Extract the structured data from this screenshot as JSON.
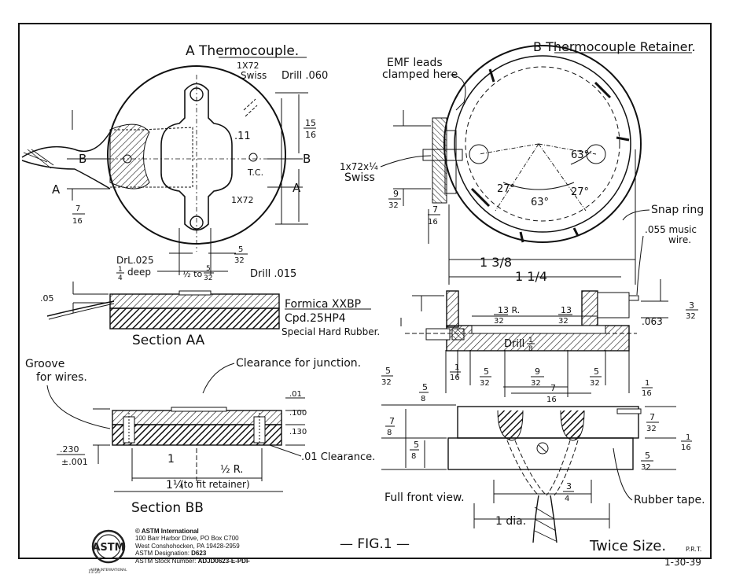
{
  "labels": {
    "part_a_title": "A  Thermocouple.",
    "part_b_title": "B  Thermocouple Retainer.",
    "swiss_1x72": "1X72",
    "swiss": "Swiss",
    "drill_060": "Drill .060",
    "emf_leads": "EMF leads",
    "clamped_here": "clamped here",
    "dim_15": "15",
    "dim_16": "16",
    "dim_11": ".11",
    "tc": "T.C.",
    "swiss_1x72_lower": "1X72",
    "b_left": "B",
    "b_right": "B",
    "a_left": "A",
    "a_right": "A",
    "dim_7_16_n": "7",
    "dim_7_16_d": "16",
    "dim_5_32_n": "5",
    "dim_5_32_d": "32",
    "drl_025": "DrL.025",
    "deep": "deep",
    "quarter_n": "1",
    "quarter_d": "4",
    "half_to": "½ to",
    "half_to_n": "5",
    "half_to_d": "32",
    "drill_015": "Drill .015",
    "dim_05": ".05",
    "formica": "Formica XXBP",
    "cpd": "Cpd.25HP4",
    "hard_rubber": "Special Hard Rubber.",
    "section_aa": "Section AA",
    "groove": "Groove",
    "for_wires": "for wires.",
    "clearance_junction": "Clearance for junction.",
    "dim_01": ".01",
    "dim_100": ".100",
    "dim_130": ".130",
    "dim_230": ".230",
    "dim_pm001": "±.001",
    "dim_1": "1",
    "half_r": "½ R.",
    "one_quarter": "1¼",
    "to_fit": "(to fit retainer)",
    "clearance_01": ".01 Clearance.",
    "section_bb": "Section BB",
    "swiss_1x72x14": "1x72x¼",
    "swiss_b": "Swiss",
    "dim_9_32_n": "9",
    "dim_9_32_d": "32",
    "dim_7_16b_n": "7",
    "dim_7_16b_d": "16",
    "angle_63_a": "63°",
    "angle_27_a": "27°",
    "angle_63_b": "63°",
    "angle_27_b": "27°",
    "snap_ring": "Snap ring",
    "music_wire": ".055 music",
    "wire": "wire.",
    "dim_1_3_8": "1 3/8",
    "dim_1_1_4": "1 1/4",
    "dim_13_32_r": "13 R.",
    "dim_13_32_r_d": "32",
    "dim_13_32": "13",
    "dim_13_32_d": "32",
    "drill_1_8": "Drill",
    "dim_063": ".063",
    "dim_3_32_n": "3",
    "dim_3_32_d": "32",
    "dim_5_32_a": "5",
    "dim_5_32_a_d": "32",
    "dim_1_16": "1",
    "dim_1_16_d": "16",
    "dim_5_8_a": "5",
    "dim_5_8_a_d": "8",
    "dim_9_32b": "9",
    "dim_9_32b_d": "32",
    "dim_7_16c": "7",
    "dim_7_16c_d": "16",
    "dim_7_8": "7",
    "dim_7_8_d": "8",
    "dim_5_8_b": "5",
    "dim_5_8_b_d": "8",
    "dim_7_32": "7",
    "dim_7_32_d": "32",
    "dim_1_16b": "1",
    "dim_1_16b_d": "16",
    "dim_5_32b": "5",
    "dim_5_32b_d": "32",
    "dim_3_4": "3",
    "dim_3_4_d": "4",
    "full_front": "Full front view.",
    "rubber_tape": "Rubber tape.",
    "one_dia": "1 dia.",
    "fig": "— FIG.1 —",
    "twice_size": "Twice Size.",
    "initials": "P.R.T.",
    "date": "1-30-39"
  },
  "footer": {
    "org": "© ASTM International",
    "address1": "100 Barr Harbor Drive, PO Box C700",
    "address2": "West Conshohocken, PA  19428-2959",
    "designation_label": "ASTM Designation:",
    "designation": "D623",
    "stock_label": "ASTM Stock Number:",
    "stock": "ADJD0623-E-PDF",
    "logo_text": "ASTM",
    "logo_sub": "ASTM INTERNATIONAL",
    "page": "11/20"
  }
}
